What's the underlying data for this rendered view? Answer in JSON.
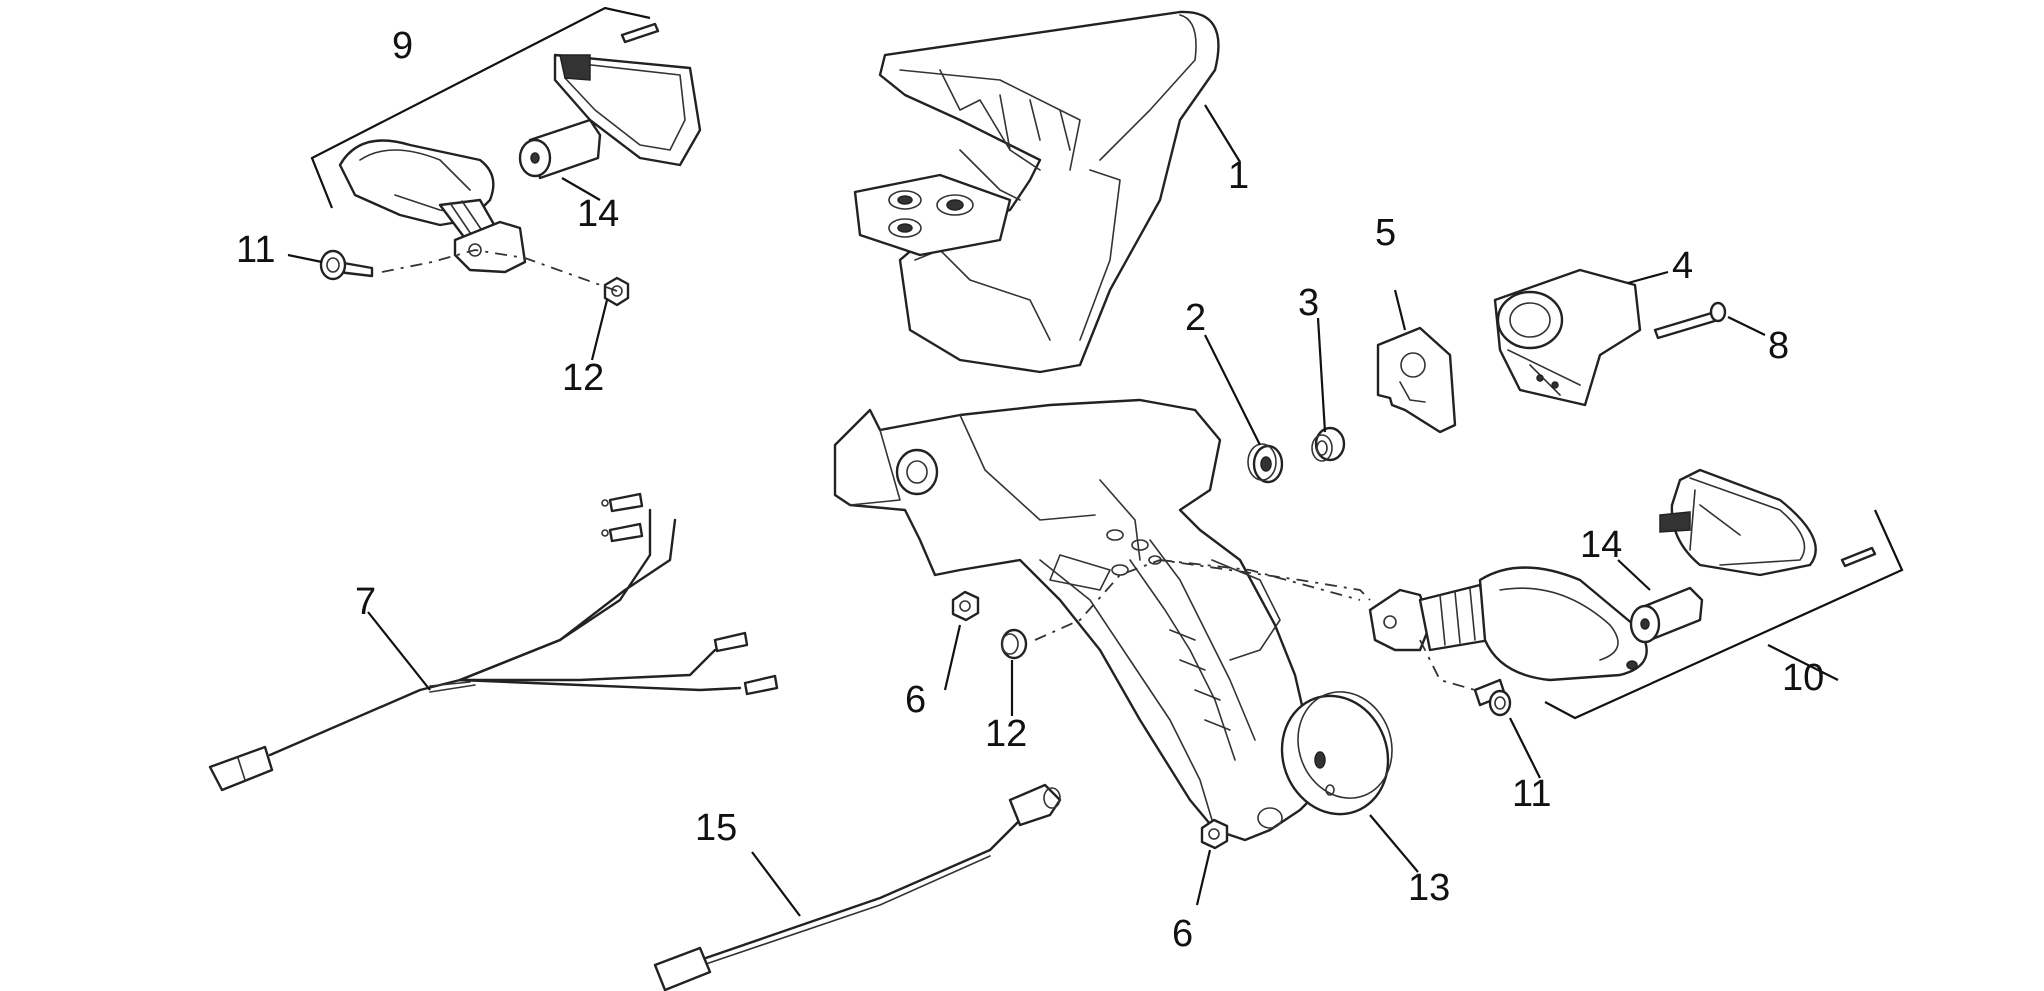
{
  "callouts": {
    "c1": "1",
    "c2": "2",
    "c3": "3",
    "c4": "4",
    "c5": "5",
    "c6a": "6",
    "c6b": "6",
    "c7": "7",
    "c8": "8",
    "c9": "9",
    "c10": "10",
    "c11a": "11",
    "c11b": "11",
    "c12a": "12",
    "c12b": "12",
    "c13": "13",
    "c14a": "14",
    "c14b": "14",
    "c15": "15"
  }
}
